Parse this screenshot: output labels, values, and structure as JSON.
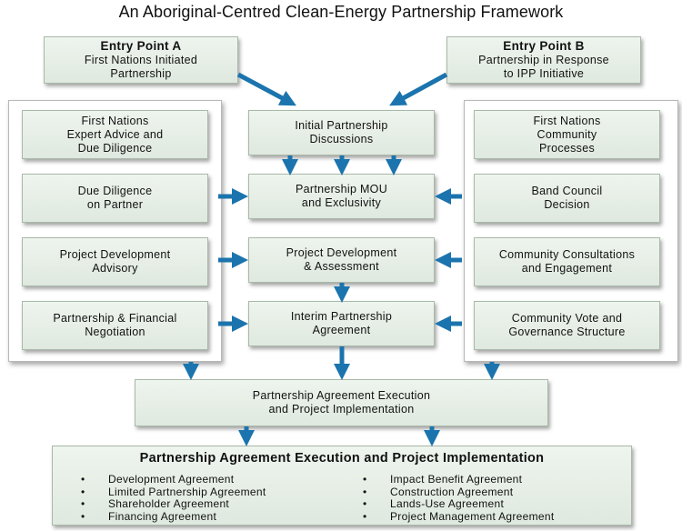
{
  "title": "An Aboriginal-Centred Clean-Energy Partnership Framework",
  "entry_a": {
    "heading": "Entry Point A",
    "line1": "First Nations Initiated",
    "line2": "Partnership"
  },
  "entry_b": {
    "heading": "Entry Point B",
    "line1": "Partnership in Response",
    "line2": "to IPP Initiative"
  },
  "left_column": [
    {
      "line1": "First Nations",
      "line2": "Expert Advice and",
      "line3": "Due Diligence"
    },
    {
      "line1": "Due Diligence",
      "line2": "on Partner"
    },
    {
      "line1": "Project Development",
      "line2": "Advisory"
    },
    {
      "line1": "Partnership & Financial",
      "line2": "Negotiation"
    }
  ],
  "center_column": [
    {
      "line1": "Initial Partnership",
      "line2": "Discussions"
    },
    {
      "line1": "Partnership MOU",
      "line2": "and Exclusivity"
    },
    {
      "line1": "Project Development",
      "line2": "& Assessment"
    },
    {
      "line1": "Interim Partnership",
      "line2": "Agreement"
    }
  ],
  "right_column": [
    {
      "line1": "First Nations",
      "line2": "Community",
      "line3": "Processes"
    },
    {
      "line1": "Band Council",
      "line2": "Decision"
    },
    {
      "line1": "Community Consultations",
      "line2": "and Engagement"
    },
    {
      "line1": "Community Vote and",
      "line2": "Governance Structure"
    }
  ],
  "execution": {
    "line1": "Partnership Agreement Execution",
    "line2": "and Project Implementation"
  },
  "bottom": {
    "heading": "Partnership Agreement Execution and Project Implementation",
    "left_items": [
      "Development Agreement",
      "Limited Partnership Agreement",
      "Shareholder Agreement",
      "Financing Agreement"
    ],
    "right_items": [
      "Impact Benefit Agreement",
      "Construction Agreement",
      "Lands-Use Agreement",
      "Project Management Agreement"
    ]
  },
  "colors": {
    "arrow": "#1b74ad",
    "box_fill": "#e4ede4",
    "box_border": "#a9b9a9"
  }
}
